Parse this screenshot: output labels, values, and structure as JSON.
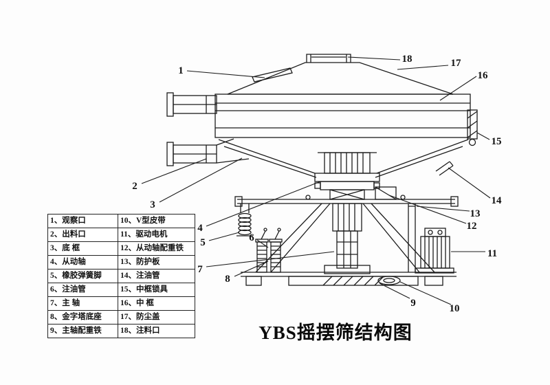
{
  "title": "YBS摇摆筛结构图",
  "legend": {
    "rows": [
      {
        "left": "1、观察口",
        "right": "10、V型皮带"
      },
      {
        "left": "2、出料口",
        "right": "11、驱动电机"
      },
      {
        "left": "3、底 框",
        "right": "12、从动轴配重铁"
      },
      {
        "left": "4、从动轴",
        "right": "13、防护板"
      },
      {
        "left": "5、橡胶弹簧脚",
        "right": "14、注油管"
      },
      {
        "left": "6、注油管",
        "right": "15、中框锁具"
      },
      {
        "left": "7、主 轴",
        "right": "16、中 框"
      },
      {
        "left": "8、金字塔底座",
        "right": "17、防尘盖"
      },
      {
        "left": "9、主轴配重铁",
        "right": "18、注料口"
      }
    ]
  },
  "callouts": [
    "1",
    "2",
    "3",
    "4",
    "5",
    "6",
    "7",
    "8",
    "9",
    "10",
    "11",
    "12",
    "13",
    "14",
    "15",
    "16",
    "17",
    "18"
  ],
  "colors": {
    "ink": "#1b1b1b",
    "background": "#fdfdfd"
  }
}
